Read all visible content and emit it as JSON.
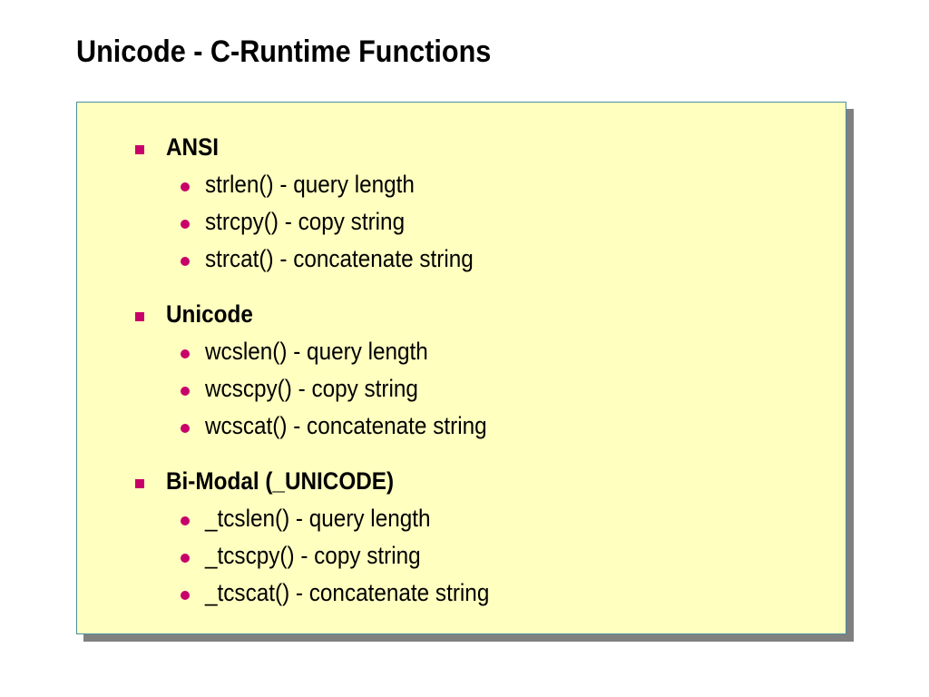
{
  "slide": {
    "title": "Unicode - C-Runtime Functions"
  },
  "sections": [
    {
      "heading": "ANSI",
      "items": [
        "strlen() - query length",
        "strcpy() - copy string",
        "strcat() - concatenate string"
      ]
    },
    {
      "heading": "Unicode",
      "items": [
        "wcslen() - query length",
        "wcscpy() - copy string",
        "wcscat() - concatenate string"
      ]
    },
    {
      "heading": "Bi-Modal (_UNICODE)",
      "items": [
        "_tcslen() - query length",
        "_tcscpy() - copy string",
        "_tcscat() - concatenate string"
      ]
    }
  ],
  "colors": {
    "panel_background": "#ffffc0",
    "panel_border": "#4a8fa3",
    "bullet": "#c8006a",
    "shadow": "#808080"
  },
  "icons": {
    "level1_bullet": "square-bullet-icon",
    "level2_bullet": "round-bullet-icon"
  }
}
